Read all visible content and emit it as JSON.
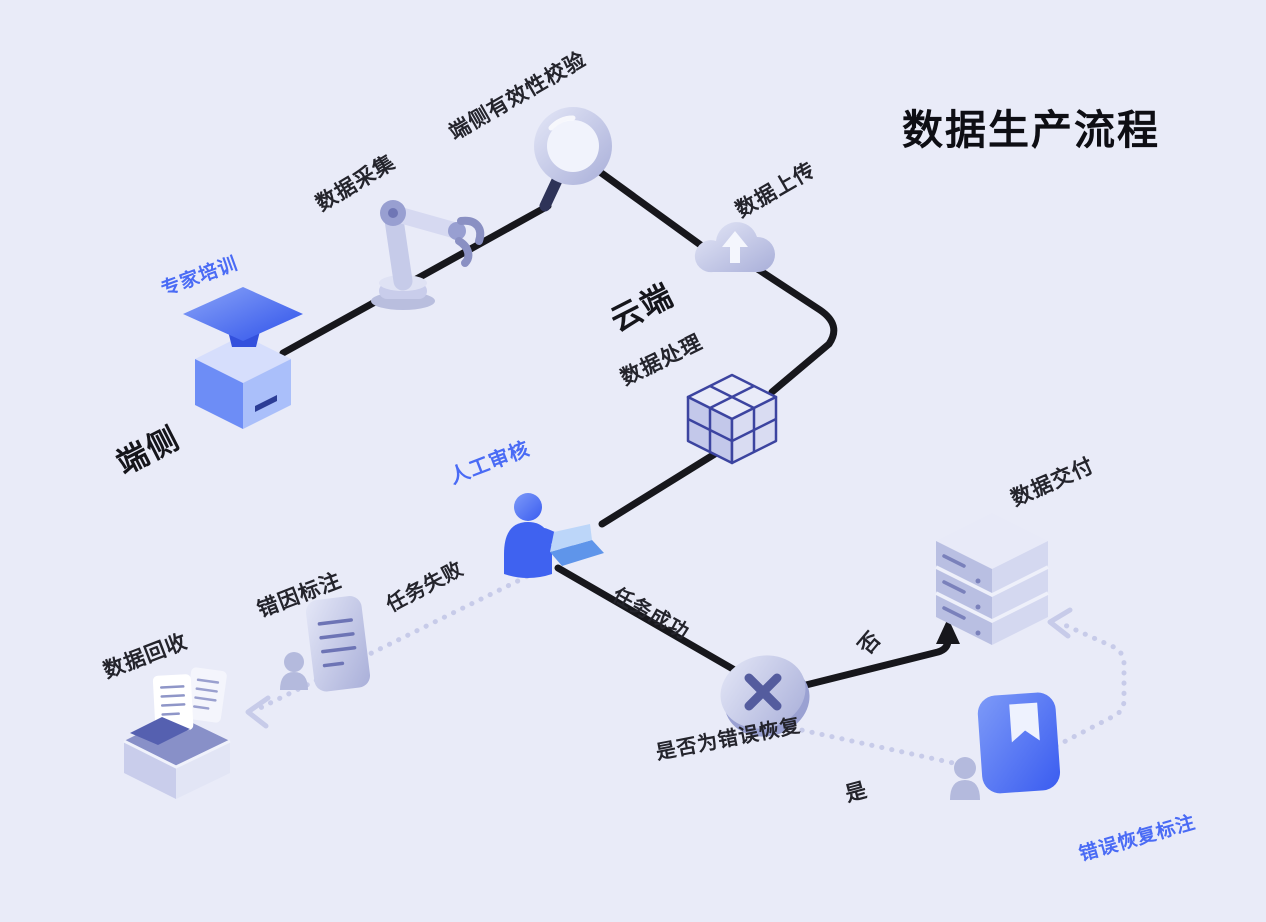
{
  "title": "数据生产流程",
  "zones": {
    "device": "端侧",
    "cloud": "云端"
  },
  "nodes": {
    "expert_training": "专家培训",
    "data_collection": "数据采集",
    "validity_check": "端侧有效性校验",
    "data_upload": "数据上传",
    "data_processing": "数据处理",
    "manual_review": "人工审核",
    "error_cause_annotation": "错因标注",
    "data_recycle": "数据回收",
    "decision_error_recovery": "是否为错误恢复",
    "data_delivery": "数据交付",
    "error_recovery_annotation": "错误恢复标注"
  },
  "edges": {
    "task_fail": "任务失败",
    "task_success": "任务成功",
    "no": "否",
    "yes": "是"
  },
  "icons": {
    "expert_training": "graduation-cap-cube-icon",
    "data_collection": "robot-arm-icon",
    "validity_check": "magnifier-icon",
    "data_upload": "cloud-upload-icon",
    "data_processing": "cube-blocks-icon",
    "manual_review": "person-laptop-icon",
    "error_cause_annotation": "document-person-icon",
    "data_recycle": "recycle-box-icon",
    "decision_error_recovery": "decision-x-icon",
    "data_delivery": "server-stack-icon",
    "error_recovery_annotation": "book-person-icon"
  },
  "colors": {
    "background": "#e9ebf8",
    "accent_blue": "#4a6bf5",
    "flow_line": "#17171c",
    "dotted_line": "#c7cbe9",
    "icon_lavender": "#c3c8ea",
    "icon_navy": "#3c44a0"
  }
}
